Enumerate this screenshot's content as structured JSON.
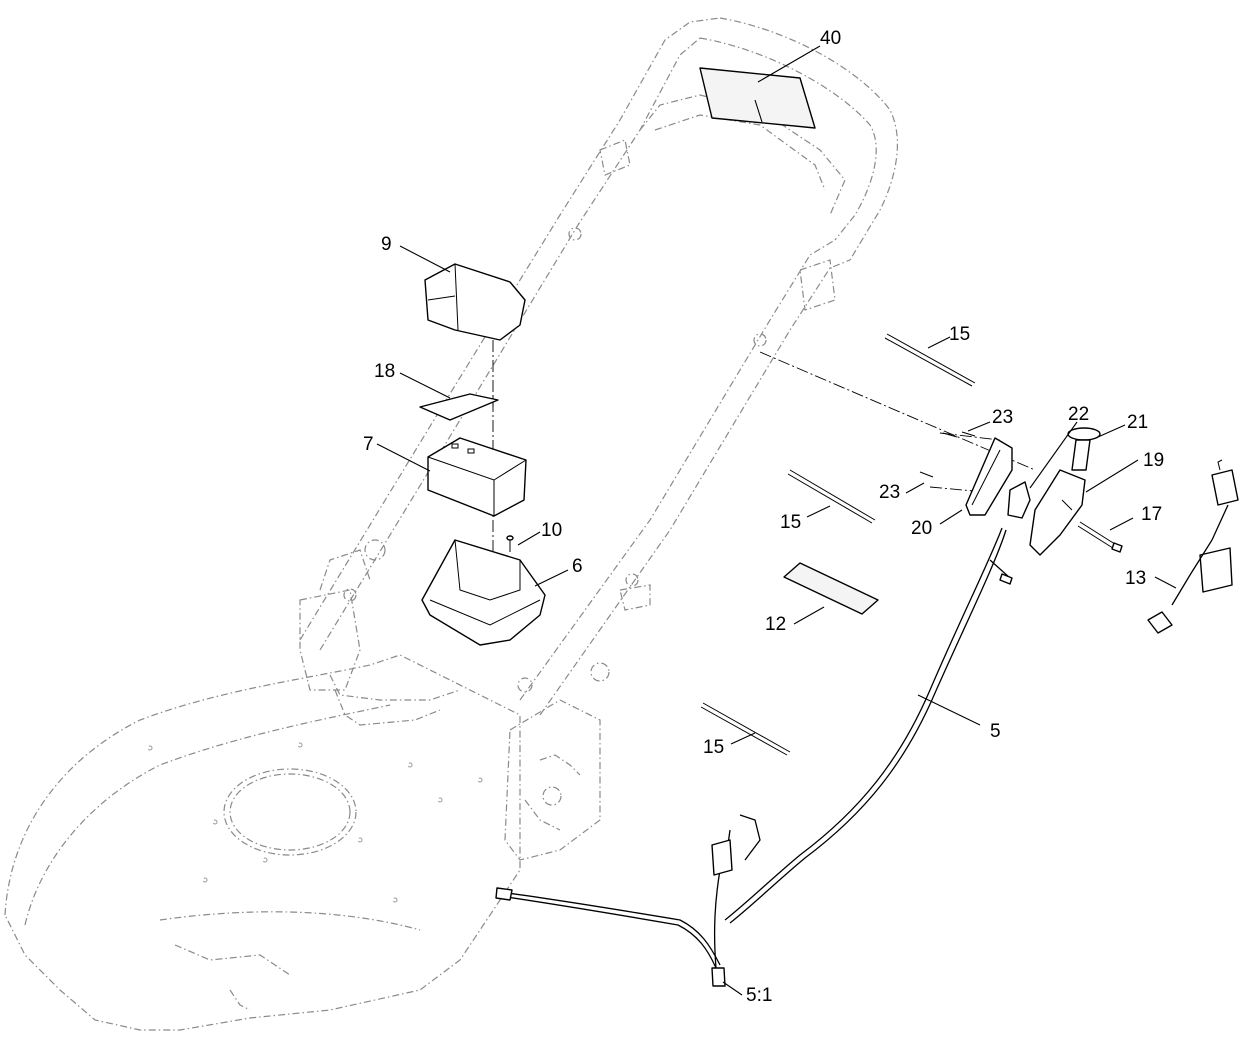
{
  "callouts": {
    "c40": "40",
    "c9": "9",
    "c18": "18",
    "c7": "7",
    "c10": "10",
    "c6": "6",
    "c15a": "15",
    "c15b": "15",
    "c15c": "15",
    "c23a": "23",
    "c23b": "23",
    "c22": "22",
    "c21": "21",
    "c19": "19",
    "c20": "20",
    "c17": "17",
    "c13": "13",
    "c12": "12",
    "c5": "5",
    "c51": "5:1"
  }
}
